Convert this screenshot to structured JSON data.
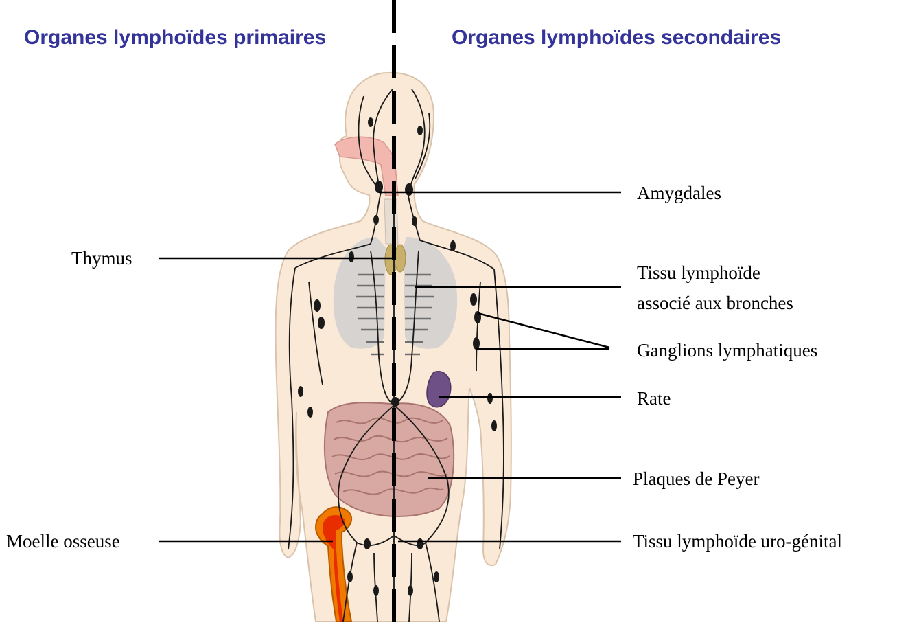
{
  "headings": {
    "primary": "Organes lymphoïdes primaires",
    "secondary": "Organes lymphoïdes secondaires"
  },
  "labels": {
    "thymus": "Thymus",
    "bone_marrow": "Moelle osseuse",
    "tonsils": "Amygdales",
    "balt_line1": "Tissu lymphoïde",
    "balt_line2": "associé aux bronches",
    "lymph_nodes": "Ganglions lymphatiques",
    "spleen": "Rate",
    "peyer_patches": "Plaques de Peyer",
    "urogenital": "Tissu lymphoïde uro-génital"
  },
  "colors": {
    "heading": "#333399",
    "text": "#000000",
    "body_skin": "#fbe9d7",
    "body_outline": "#d9c3ac",
    "lungs": "#cfcfcf",
    "thymus": "#c9b06a",
    "spleen": "#6e4f86",
    "intestine": "#c9948e",
    "bone": "#f07a00",
    "marrow": "#e82e00",
    "lymph_vessel": "#1a1a1a",
    "airway": "#f2b8b0"
  }
}
